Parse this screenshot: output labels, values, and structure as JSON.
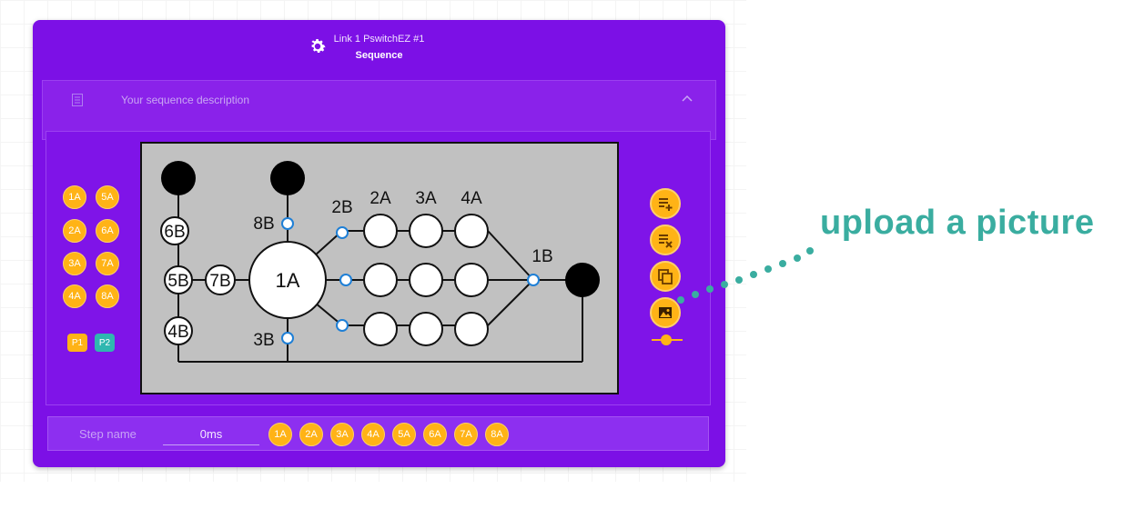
{
  "header": {
    "title": "Link 1 PswitchEZ #1",
    "subtitle": "Sequence",
    "icon": "gear-icon"
  },
  "description": {
    "placeholder": "Your sequence description",
    "icon": "document-icon",
    "collapse_icon": "chevron-up-icon"
  },
  "left_chips": {
    "col1": [
      "1A",
      "2A",
      "3A",
      "4A"
    ],
    "col2": [
      "5A",
      "6A",
      "7A",
      "8A"
    ],
    "p1": "P1",
    "p2": "P2"
  },
  "diagram": {
    "labels": {
      "n6b": "6B",
      "n5b": "5B",
      "n4b": "4B",
      "n7b": "7B",
      "n8b": "8B",
      "n3b": "3B",
      "n1a": "1A",
      "n2b": "2B",
      "n2a": "2A",
      "n3a": "3A",
      "n4a": "4A",
      "n1b": "1B"
    }
  },
  "tools": [
    "add-step-icon",
    "delete-step-icon",
    "copy-step-icon",
    "upload-picture-icon"
  ],
  "step_bar": {
    "name_placeholder": "Step name",
    "duration": "0ms",
    "chips": [
      "1A",
      "2A",
      "3A",
      "4A",
      "5A",
      "6A",
      "7A",
      "8A"
    ]
  },
  "annotation": {
    "text": "upload a picture"
  },
  "colors": {
    "panel": "#7c10e6",
    "chip": "#ffb316",
    "p1": "#ffb316",
    "p2": "#2fb7b0",
    "annotation": "#3aada0",
    "port": "#1e7fd6"
  }
}
